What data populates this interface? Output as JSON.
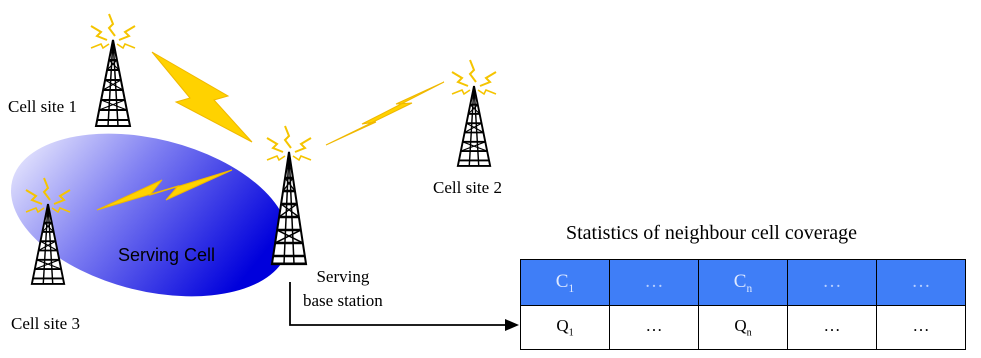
{
  "labels": {
    "cell_site_1": "Cell site 1",
    "cell_site_2": "Cell site 2",
    "cell_site_3": "Cell site 3",
    "serving_cell": "Serving Cell",
    "serving_bs_line1": "Serving",
    "serving_bs_line2": "base station",
    "stats_title": "Statistics of neighbour cell coverage"
  },
  "table": {
    "header": [
      {
        "main": "C",
        "sub": "1"
      },
      {
        "main": "…",
        "sub": ""
      },
      {
        "main": "C",
        "sub": "n"
      },
      {
        "main": "…",
        "sub": ""
      },
      {
        "main": "…",
        "sub": ""
      }
    ],
    "values": [
      {
        "main": "Q",
        "sub": "1"
      },
      {
        "main": "…",
        "sub": ""
      },
      {
        "main": "Q",
        "sub": "n"
      },
      {
        "main": "…",
        "sub": ""
      },
      {
        "main": "…",
        "sub": ""
      }
    ]
  },
  "colors": {
    "cell_gradient_start": "#f4f4ff",
    "cell_gradient_end": "#0000dd",
    "signal": "#ffd200",
    "table_header": "#3f7ef7"
  },
  "icons": [
    "tower-icon",
    "signal-bolt-icon",
    "antenna-spark-icon"
  ]
}
